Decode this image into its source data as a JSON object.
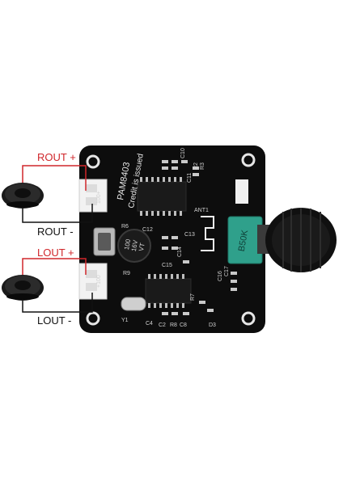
{
  "labels": {
    "rout_plus": "ROUT +",
    "rout_minus": "ROUT -",
    "lout_plus": "LOUT +",
    "lout_minus": "LOUT -"
  },
  "board": {
    "chip_name": "PAM8403",
    "tagline": "Credit is issued",
    "potentiometer": "B50K",
    "capacitor_lines": [
      "100",
      "16V",
      "VT"
    ],
    "antenna_label": "ANT1",
    "silkscreen": [
      "C10",
      "C11",
      "R2",
      "R3",
      "C12",
      "R6",
      "R9",
      "C13",
      "C14",
      "C16",
      "C17",
      "C15",
      "R7",
      "Y1",
      "C4",
      "C2",
      "R8",
      "C8",
      "D3",
      "100+",
      "+100"
    ]
  },
  "colors": {
    "wire_red": "#d0262b",
    "wire_black": "#111111",
    "pcb": "#0d0d0d",
    "potentiometer": "#2fa08b",
    "connector": "#f2f2f2"
  }
}
